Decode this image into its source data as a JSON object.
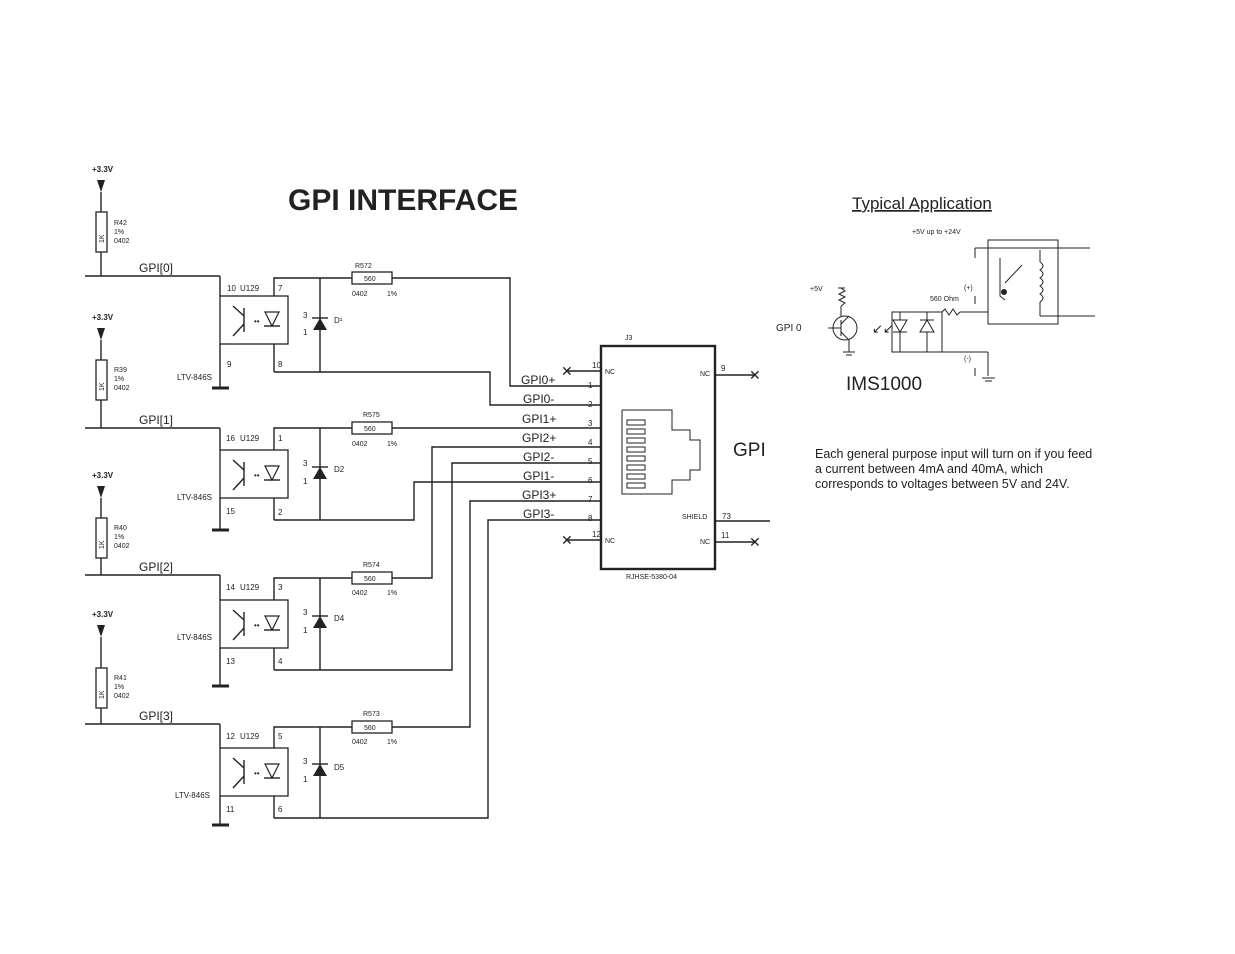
{
  "title": "GPI INTERFACE",
  "supply_label": "+3.3V",
  "channels": [
    {
      "net": "GPI[0]",
      "resistor": "R42",
      "res_value": "1K",
      "tolerance": "1%",
      "package": "0402",
      "opto": "U129",
      "opto_part": "LTV-846S",
      "pin_a": "10",
      "pin_b": "9",
      "pin_c": "7",
      "pin_d": "8",
      "diode": "D¹",
      "series_res": "R572",
      "series_value": "560",
      "series_pkg": "0402",
      "series_tol": "1%"
    },
    {
      "net": "GPI[1]",
      "resistor": "R39",
      "res_value": "1K",
      "tolerance": "1%",
      "package": "0402",
      "opto": "U129",
      "opto_part": "LTV-846S",
      "pin_a": "16",
      "pin_b": "15",
      "pin_c": "1",
      "pin_d": "2",
      "diode": "D2",
      "series_res": "R575",
      "series_value": "560",
      "series_pkg": "0402",
      "series_tol": "1%"
    },
    {
      "net": "GPI[2]",
      "resistor": "R40",
      "res_value": "1K",
      "tolerance": "1%",
      "package": "0402",
      "opto": "U129",
      "opto_part": "LTV-846S",
      "pin_a": "14",
      "pin_b": "13",
      "pin_c": "3",
      "pin_d": "4",
      "diode": "D4",
      "series_res": "R574",
      "series_value": "560",
      "series_pkg": "0402",
      "series_tol": "1%"
    },
    {
      "net": "GPI[3]",
      "resistor": "R41",
      "res_value": "1K",
      "tolerance": "1%",
      "package": "0402",
      "opto": "U129",
      "opto_part": "LTV-846S",
      "pin_a": "12",
      "pin_b": "11",
      "pin_c": "5",
      "pin_d": "6",
      "diode": "D5",
      "series_res": "R573",
      "series_value": "560",
      "series_pkg": "0402",
      "series_tol": "1%"
    }
  ],
  "connector": {
    "ref": "J3",
    "part": "RJHSE-5380-04",
    "nc_label": "NC",
    "shield_label": "SHIELD",
    "shield_pin": "73",
    "side_label": "GPI",
    "left_pins": [
      {
        "net": "",
        "pin": "10"
      },
      {
        "net": "GPI0+",
        "pin": "1"
      },
      {
        "net": "GPI0-",
        "pin": "2"
      },
      {
        "net": "GPI1+",
        "pin": "3"
      },
      {
        "net": "GPI2+",
        "pin": "4"
      },
      {
        "net": "GPI2-",
        "pin": "5"
      },
      {
        "net": "GPI1-",
        "pin": "6"
      },
      {
        "net": "GPI3+",
        "pin": "7"
      },
      {
        "net": "GPI3-",
        "pin": "8"
      },
      {
        "net": "",
        "pin": "12"
      }
    ],
    "right_pins": {
      "top": "9",
      "bottom": "11"
    }
  },
  "application": {
    "title": "Typical Application",
    "supply_range": "+5V up to +24V",
    "vcc": "+5V",
    "input_label": "GPI 0",
    "resistor_label": "560 Ohm",
    "plus_label": "(+)",
    "minus_label": "(-)",
    "device": "IMS1000",
    "note_lines": [
      "Each general purpose input will turn on if you feed",
      "a current between 4mA and 40mA, which",
      "corresponds to voltages between 5V and 24V."
    ]
  }
}
